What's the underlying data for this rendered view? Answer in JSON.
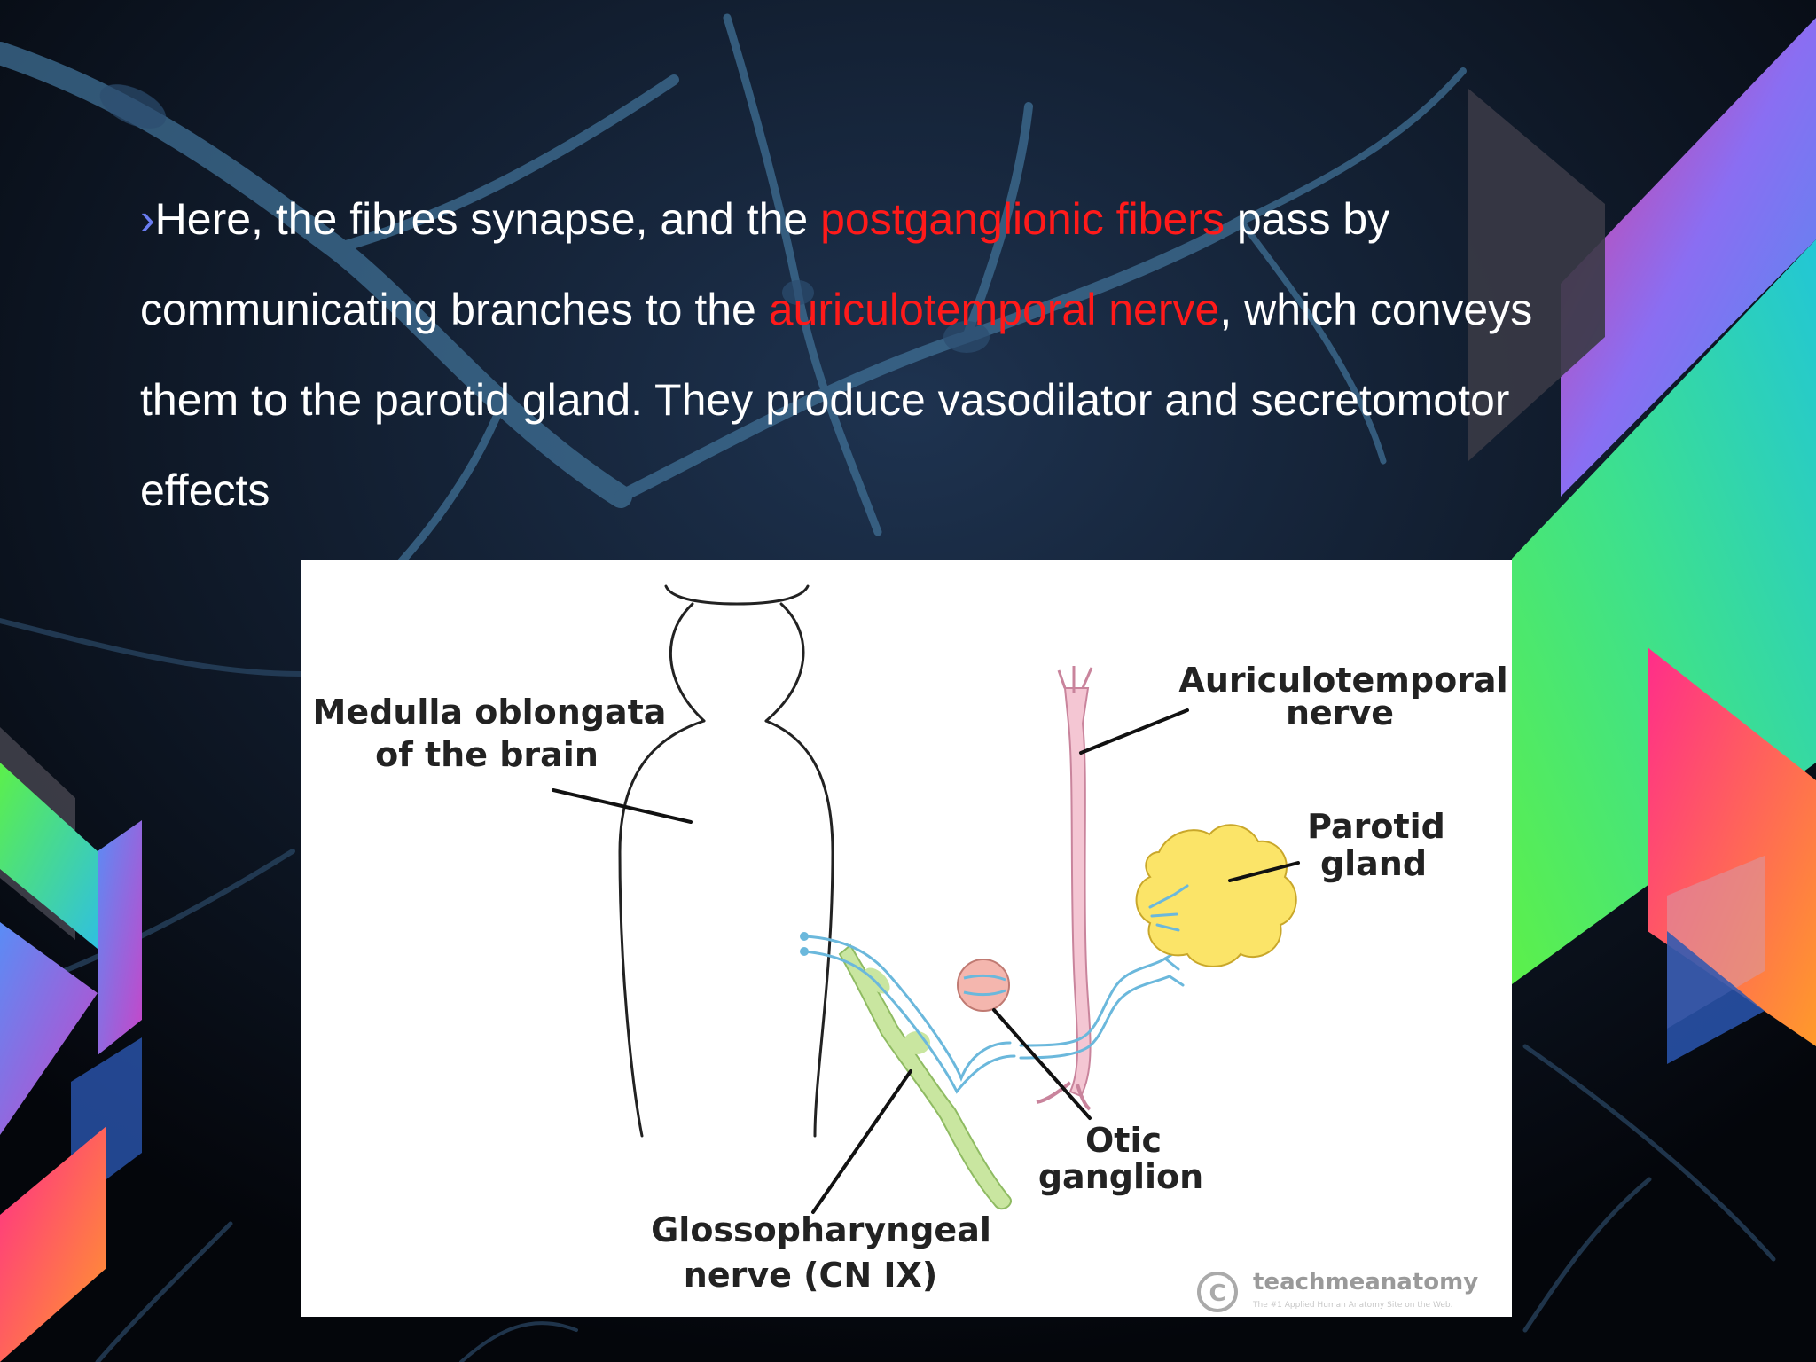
{
  "slide": {
    "bullet_glyph": "›",
    "text_segments": [
      {
        "text": "Here, the fibres synapse, and the ",
        "highlight": false
      },
      {
        "text": "postganglionic fibers",
        "highlight": true
      },
      {
        "text": " pass by communicating branches to the ",
        "highlight": false
      },
      {
        "text": "auriculotemporal nerve",
        "highlight": true
      },
      {
        "text": ", which conveys them to the parotid gland. They produce vasodilator and secretomotor effects",
        "highlight": false
      }
    ],
    "text_color": "#ffffff",
    "highlight_color": "#ff1a1a"
  },
  "diagram": {
    "labels": {
      "medulla_line1": "Medulla oblongata",
      "medulla_line2": "of the brain",
      "auriculo_line1": "Auriculotemporal",
      "auriculo_line2": "nerve",
      "parotid_line1": "Parotid",
      "parotid_line2": "gland",
      "otic_line1": "Otic",
      "otic_line2": "ganglion",
      "glosso_line1": "Glossopharyngeal",
      "glosso_line2": "nerve (CN IX)"
    },
    "watermark": {
      "brand": "teachmeanatomy",
      "tagline": "The #1 Applied Human Anatomy Site on the Web."
    },
    "colors": {
      "nerve_green": "#c9e6a0",
      "nerve_pink": "#f4c6d3",
      "parotid_yellow": "#fbe468",
      "ganglion": "#f4b6ae",
      "fibers_blue": "#6bb8dc"
    }
  }
}
